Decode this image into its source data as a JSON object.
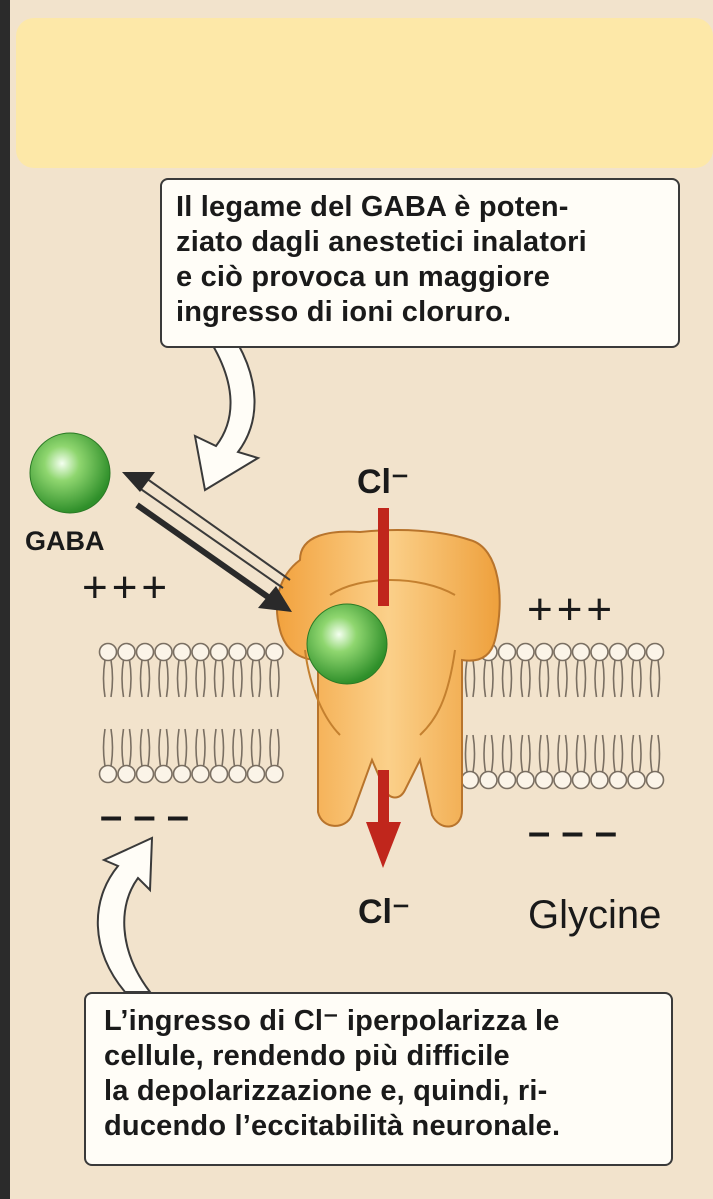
{
  "callout_top": {
    "lines": [
      "Il legame del GABA è poten-",
      "ziato dagli anestetici inalatori",
      "e ciò provoca un maggiore",
      "ingresso di ioni cloruro."
    ]
  },
  "callout_bottom": {
    "lines": [
      "L’ingresso di Cl⁻ iperpolarizza le",
      "cellule, rendendo più difficile",
      "la depolarizzazione e, quindi, ri-",
      "ducendo l’eccitabilità neuronale."
    ]
  },
  "labels": {
    "gaba": "GABA",
    "cl_top": "Cl⁻",
    "cl_bottom": "Cl⁻",
    "glycine": "Glycine",
    "plus_left": "+++",
    "plus_right": "+++",
    "minus_left": "– – –",
    "minus_right": "– – –"
  },
  "colors": {
    "background": "#f2e3cc",
    "top_box": "#fde8a8",
    "receptor": "#f6b45a",
    "gaba_sphere": "#3fae3a",
    "chloride_arrow": "#c0261c"
  }
}
